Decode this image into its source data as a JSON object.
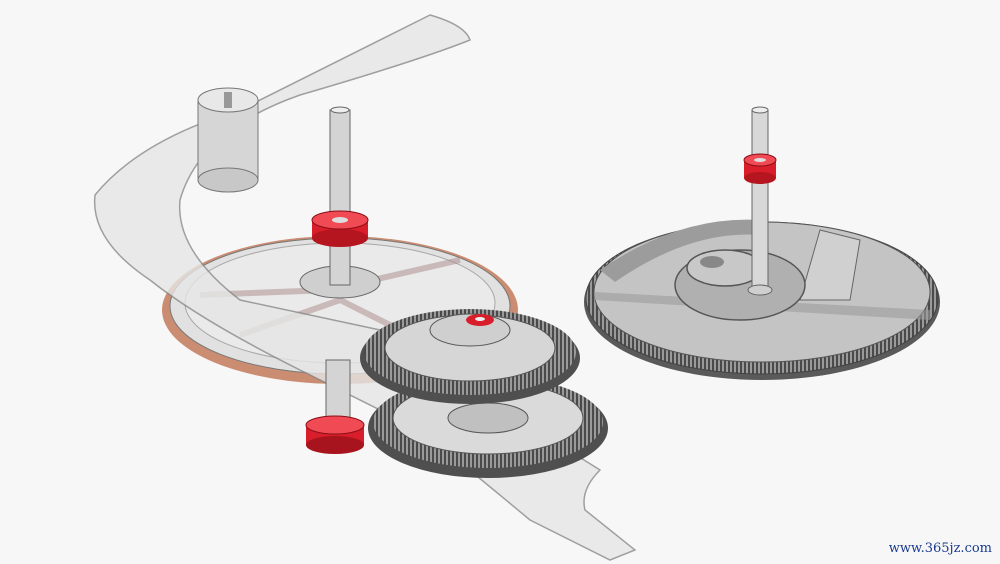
{
  "watermark": "www.365jz.com",
  "colors": {
    "background": "#f7f7f7",
    "bridge_fill": "#e6e6e6",
    "bridge_stroke": "#8a8a8a",
    "gear_fill": "#bdbdbd",
    "gear_dark": "#555555",
    "bronze": "#c27a5a",
    "jewel_red": "#d81e2a",
    "pinion": "#d4d4d4"
  },
  "parts": [
    {
      "name": "bridge"
    },
    {
      "name": "bridge-screw"
    },
    {
      "name": "large-wheel-left"
    },
    {
      "name": "large-wheel-right"
    },
    {
      "name": "front-wheel-upper"
    },
    {
      "name": "front-wheel-lower"
    },
    {
      "name": "jewel-left-top"
    },
    {
      "name": "jewel-left-bottom"
    },
    {
      "name": "jewel-right"
    },
    {
      "name": "jewel-center"
    }
  ]
}
